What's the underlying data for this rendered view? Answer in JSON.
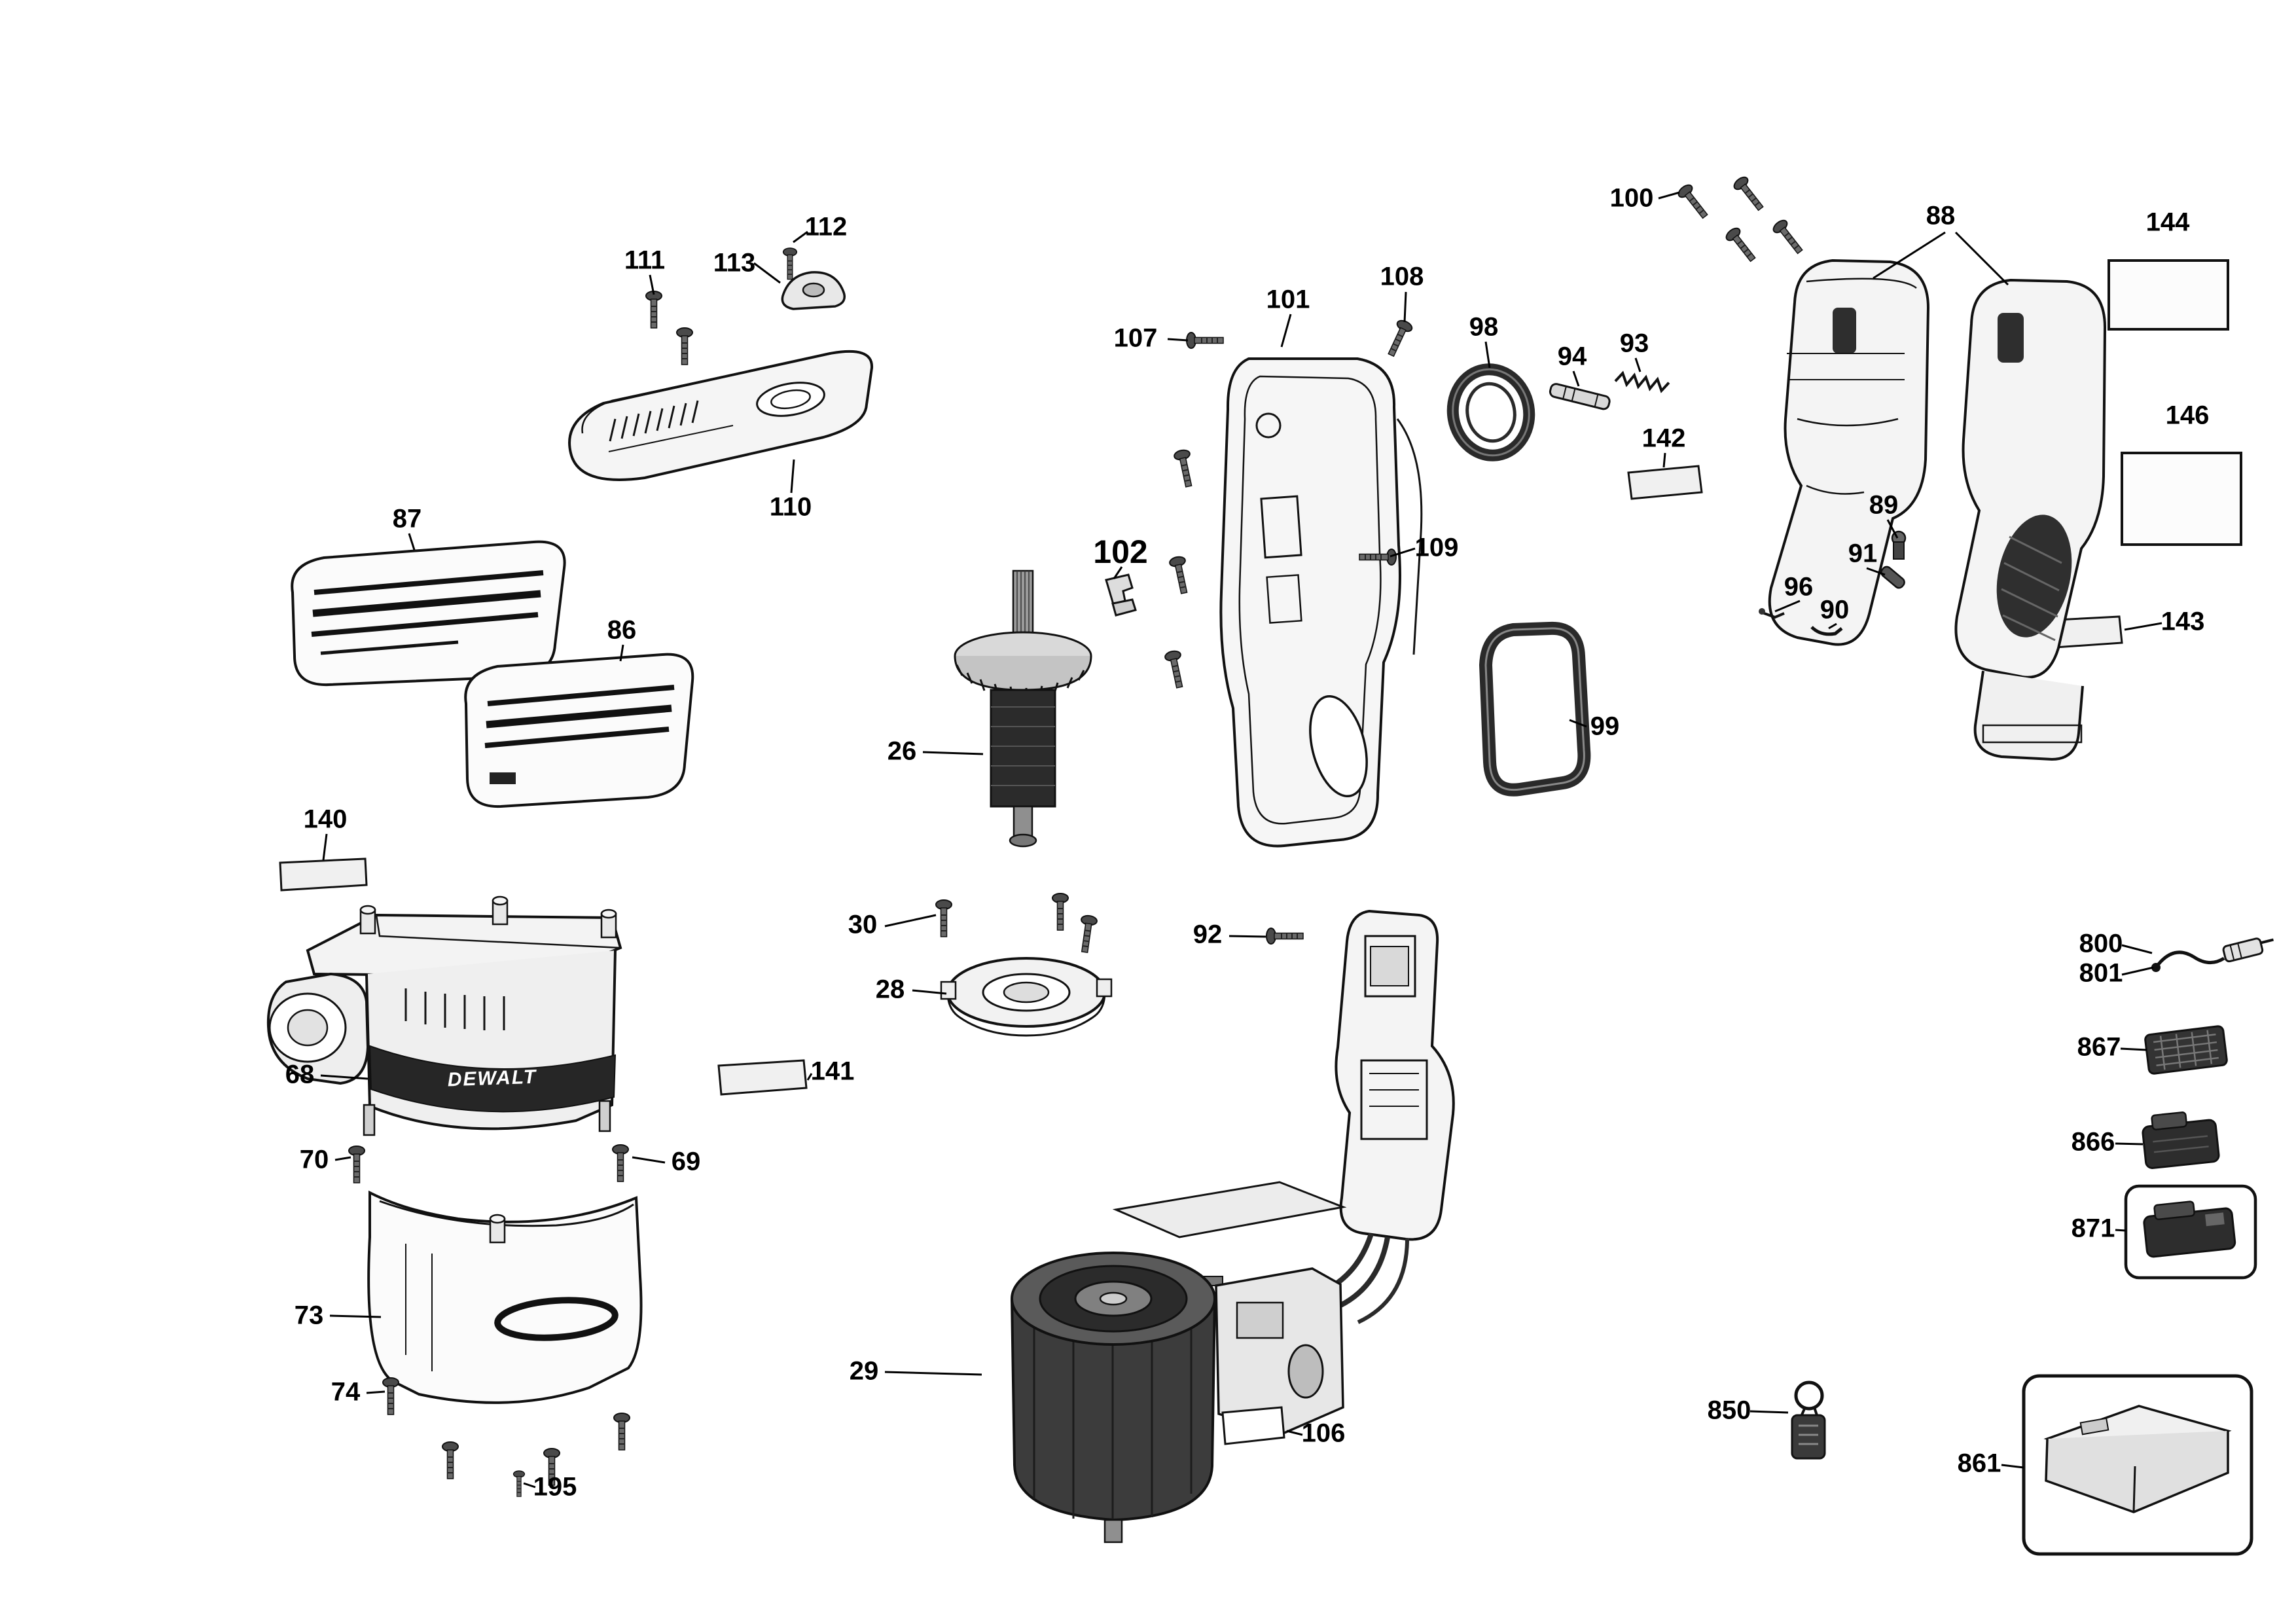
{
  "document": {
    "kind": "exploded-parts-diagram",
    "brand": "DEWALT"
  },
  "colors": {
    "background": "#ffffff",
    "line": "#111111",
    "dark_part": "#2d2d2d"
  },
  "labels": {
    "n26": "26",
    "n28": "28",
    "n29": "29",
    "n30": "30",
    "n68": "68",
    "n69": "69",
    "n70": "70",
    "n73": "73",
    "n74": "74",
    "n86": "86",
    "n87": "87",
    "n88": "88",
    "n89": "89",
    "n90": "90",
    "n91": "91",
    "n92": "92",
    "n93": "93",
    "n94": "94",
    "n96": "96",
    "n98": "98",
    "n99": "99",
    "n100": "100",
    "n101": "101",
    "n102": "102",
    "n106": "106",
    "n107": "107",
    "n108": "108",
    "n109": "109",
    "n110": "110",
    "n111": "111",
    "n112": "112",
    "n113": "113",
    "n140": "140",
    "n141": "141",
    "n142": "142",
    "n143": "143",
    "n144": "144",
    "n146": "146",
    "n195": "195",
    "n800": "800",
    "n801": "801",
    "n850": "850",
    "n861": "861",
    "n866": "866",
    "n867": "867",
    "n871": "871"
  }
}
